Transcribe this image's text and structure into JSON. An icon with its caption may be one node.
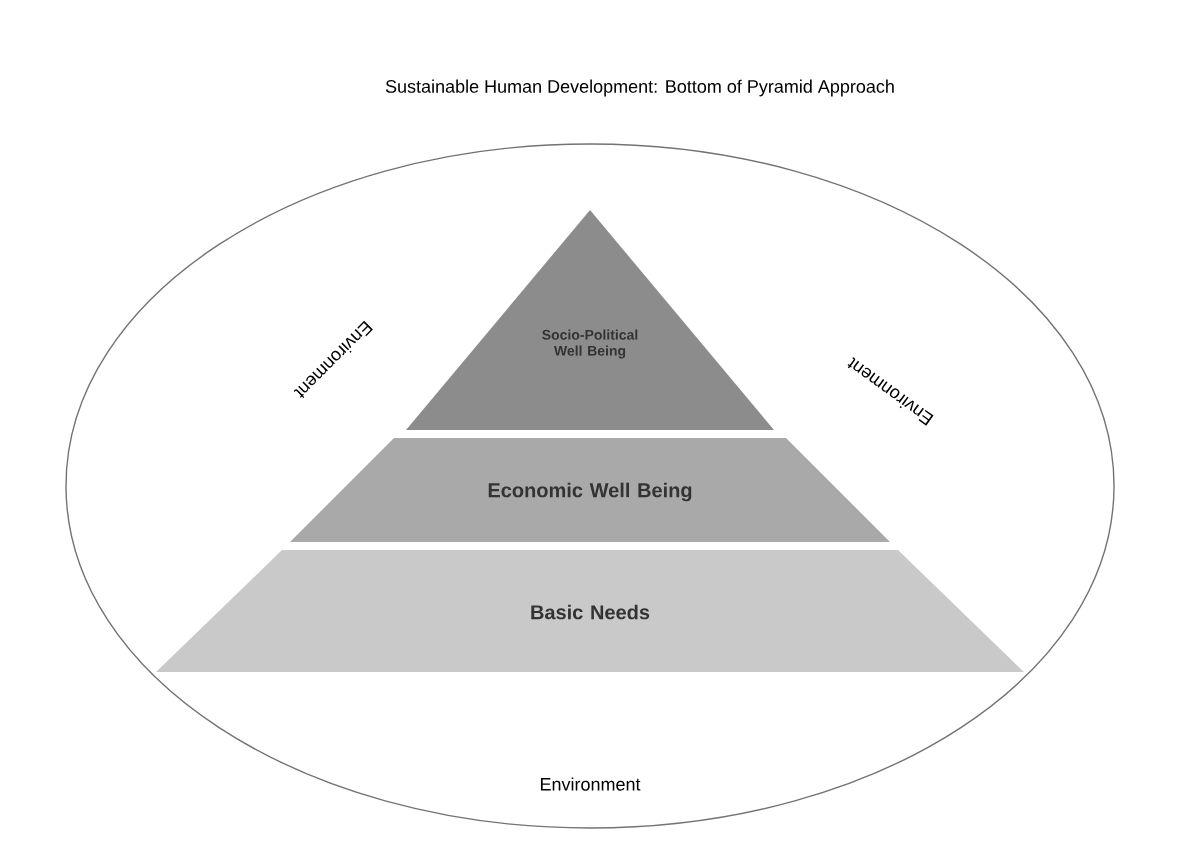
{
  "diagram": {
    "title": "Sustainable Human Development: Bottom of Pyramid Approach",
    "nodes": [
      {
        "text": [
          "Environment",
          "Environment",
          "Environment"
        ]
      },
      {
        "text": [
          "Socio-Political Well Being"
        ],
        "in": 0
      },
      {
        "text": [
          "Economic Well Being"
        ],
        "in": 0
      },
      {
        "text": [
          "Basic Needs"
        ],
        "in": 0
      }
    ]
  }
}
